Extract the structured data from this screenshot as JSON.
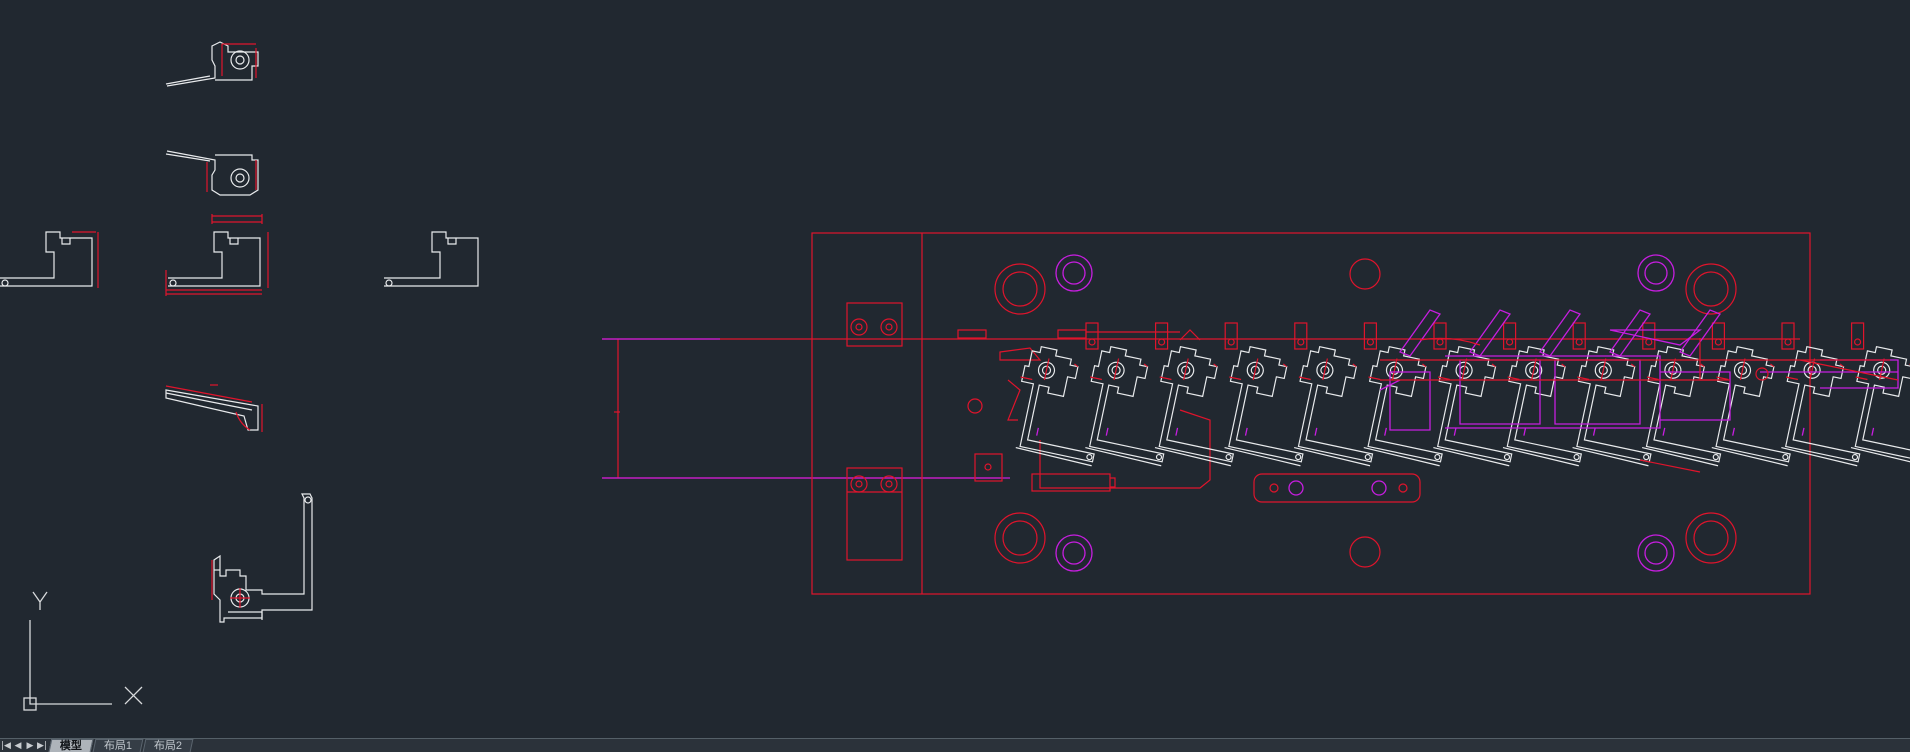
{
  "ucs": {
    "x_label": "X",
    "y_label": "Y"
  },
  "layout_tabs": [
    {
      "label": "模型",
      "active": true
    },
    {
      "label": "布局1",
      "active": false
    },
    {
      "label": "布局2",
      "active": false
    }
  ],
  "nav_arrows": [
    "|◀",
    "◀",
    "▶",
    "▶|"
  ],
  "colors": {
    "background": "#212830",
    "white": "#e8eaec",
    "red": "#e0142c",
    "magenta": "#c71ee0"
  }
}
